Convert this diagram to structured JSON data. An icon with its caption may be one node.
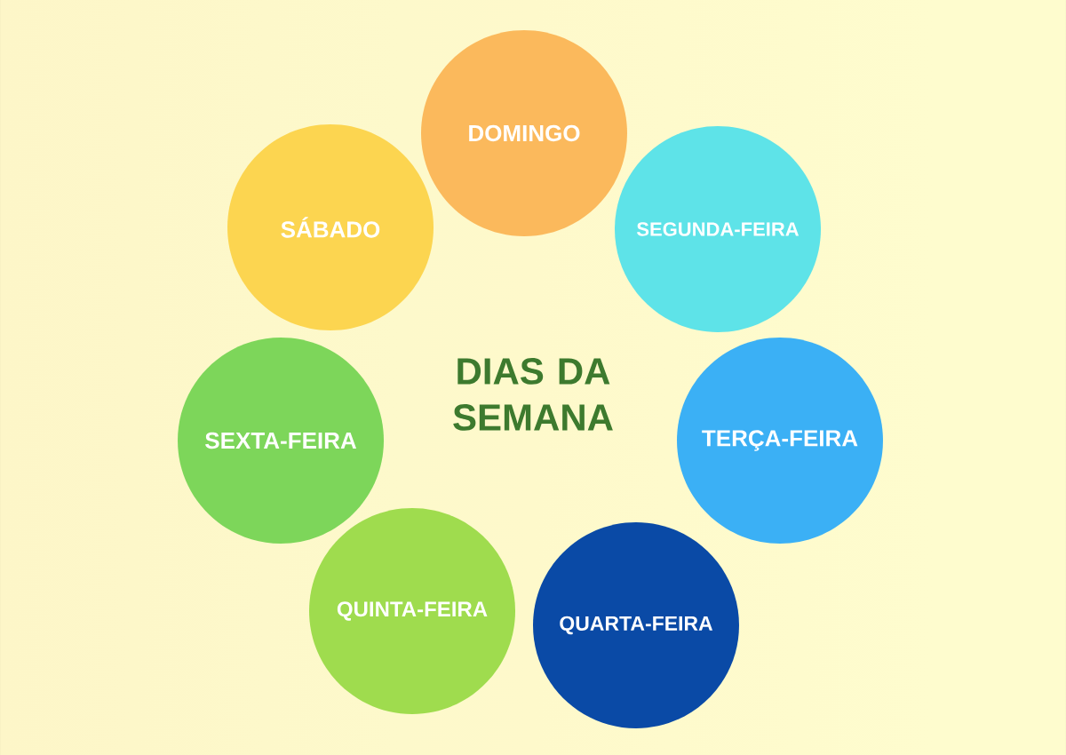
{
  "diagram": {
    "title": "DIAS DA SEMANA",
    "nodes": [
      {
        "text": [
          "DOMINGO"
        ]
      },
      {
        "text": [
          "SEGUNDA-FEIRA"
        ]
      },
      {
        "text": [
          "TERÇA-FEIRA"
        ]
      },
      {
        "text": [
          "QUARTA-FEIRA"
        ]
      },
      {
        "text": [
          "QUINTA-FEIRA"
        ]
      },
      {
        "text": [
          "SEXTA-FEIRA"
        ]
      },
      {
        "text": [
          "SÁBADO"
        ]
      }
    ]
  }
}
